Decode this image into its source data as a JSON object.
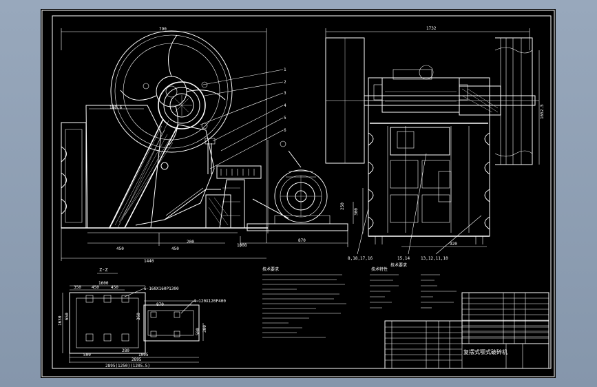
{
  "dims_front": {
    "width_top": "790",
    "d450a": "450",
    "d450b": "450",
    "d200": "200",
    "d1440": "1440"
  },
  "dims_side": {
    "width_top": "1732",
    "height_right": "1652.5",
    "d920": "920",
    "d250": "250",
    "d300": "300",
    "d870": "870",
    "d1008": "1008"
  },
  "leaders": [
    "1",
    "2",
    "3",
    "4",
    "5",
    "6"
  ],
  "callouts": {
    "left": "8,18,17,16",
    "mid": "15,14",
    "right": "13,12,11,10",
    "mid_note": "技术要求"
  },
  "plan": {
    "title": "Z-Z",
    "d1600": "1600",
    "d350": "350",
    "d450a": "450",
    "d450b": "450",
    "d1630": "1630",
    "d650": "650",
    "d870": "870",
    "d360": "360",
    "d5001": "500",
    "d280": "280",
    "d1005": "1005",
    "d2895": "2895",
    "d300r": "300",
    "d500r": "500",
    "bolt_a": "6-160X160P1300",
    "bolt_b": "4-120X120P400",
    "bottom_note": "2895(1250)(1205.5)"
  },
  "notes_title": "技术要求",
  "spec_title": "技术特性",
  "tb_title": "复摆式颚式破碎机"
}
